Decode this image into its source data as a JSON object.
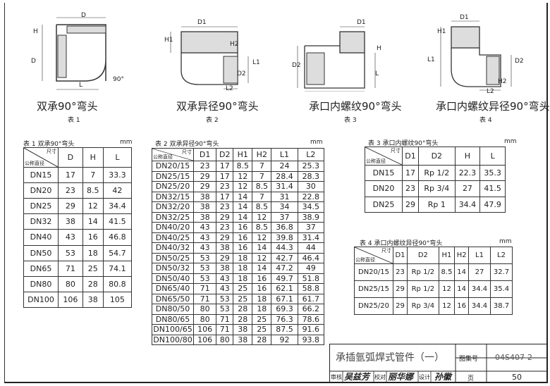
{
  "figures": [
    {
      "caption": "双承90°弯头",
      "label": "表 1"
    },
    {
      "caption": "双承异径90°弯头",
      "label": "表 2"
    },
    {
      "caption": "承口内螺纹90°弯头",
      "label": "表 3"
    },
    {
      "caption": "承口内螺纹异径90°弯头",
      "label": "表 4"
    }
  ],
  "dim_labels": {
    "D": "D",
    "H": "H",
    "L": "L",
    "D1": "D1",
    "D2": "D2",
    "H1": "H1",
    "H2": "H2",
    "L1": "L1",
    "L2": "L2",
    "angle": "90°"
  },
  "unit": "mm",
  "header_size": "尺寸",
  "header_nominal": "公称直径",
  "table1": {
    "title": "表 1  双承90°弯头",
    "columns": [
      "D",
      "H",
      "L"
    ],
    "rows": [
      [
        "DN15",
        "17",
        "7",
        "33.3"
      ],
      [
        "DN20",
        "23",
        "8.5",
        "42"
      ],
      [
        "DN25",
        "29",
        "12",
        "34.4"
      ],
      [
        "DN32",
        "38",
        "14",
        "41.5"
      ],
      [
        "DN40",
        "43",
        "16",
        "46.8"
      ],
      [
        "DN50",
        "53",
        "18",
        "54.7"
      ],
      [
        "DN65",
        "71",
        "25",
        "74.1"
      ],
      [
        "DN80",
        "80",
        "28",
        "80.8"
      ],
      [
        "DN100",
        "106",
        "38",
        "105"
      ]
    ]
  },
  "table2": {
    "title": "表 2  双承异径90°弯头",
    "columns": [
      "D1",
      "D2",
      "H1",
      "H2",
      "L1",
      "L2"
    ],
    "rows": [
      [
        "DN20/15",
        "23",
        "17",
        "8.5",
        "7",
        "24",
        "25.3"
      ],
      [
        "DN25/15",
        "29",
        "17",
        "12",
        "7",
        "28.4",
        "28.3"
      ],
      [
        "DN25/20",
        "29",
        "23",
        "12",
        "8.5",
        "31.4",
        "30"
      ],
      [
        "DN32/15",
        "38",
        "17",
        "14",
        "7",
        "31",
        "22.8"
      ],
      [
        "DN32/20",
        "38",
        "23",
        "14",
        "8.5",
        "34",
        "34.5"
      ],
      [
        "DN32/25",
        "38",
        "29",
        "14",
        "12",
        "37",
        "38.9"
      ],
      [
        "DN40/20",
        "43",
        "23",
        "16",
        "8.5",
        "36.8",
        "37"
      ],
      [
        "DN40/25",
        "43",
        "29",
        "16",
        "12",
        "39.8",
        "31.4"
      ],
      [
        "DN40/32",
        "43",
        "38",
        "16",
        "14",
        "44.3",
        "44"
      ],
      [
        "DN50/25",
        "53",
        "29",
        "18",
        "12",
        "42.7",
        "46.4"
      ],
      [
        "DN50/32",
        "53",
        "38",
        "18",
        "14",
        "47.2",
        "49"
      ],
      [
        "DN50/40",
        "53",
        "43",
        "18",
        "16",
        "49.7",
        "51.8"
      ],
      [
        "DN65/40",
        "71",
        "43",
        "25",
        "16",
        "62.1",
        "58.8"
      ],
      [
        "DN65/50",
        "71",
        "53",
        "25",
        "18",
        "67.1",
        "61.7"
      ],
      [
        "DN80/50",
        "80",
        "53",
        "28",
        "18",
        "69.3",
        "66.2"
      ],
      [
        "DN80/65",
        "80",
        "71",
        "28",
        "25",
        "76.3",
        "78.6"
      ],
      [
        "DN100/65",
        "106",
        "71",
        "38",
        "25",
        "87.5",
        "91.6"
      ],
      [
        "DN100/80",
        "106",
        "80",
        "38",
        "28",
        "92",
        "93.8"
      ]
    ]
  },
  "table3": {
    "title": "表 3  承口内螺纹90°弯头",
    "columns": [
      "D1",
      "D2",
      "H",
      "L"
    ],
    "rows": [
      [
        "DN15",
        "17",
        "Rp 1/2",
        "22.3",
        "35.3"
      ],
      [
        "DN20",
        "23",
        "Rp 3/4",
        "27",
        "41.5"
      ],
      [
        "DN25",
        "29",
        "Rp 1",
        "34.4",
        "47.9"
      ]
    ]
  },
  "table4": {
    "title": "表 4  承口内螺纹异径90°弯头",
    "columns": [
      "D1",
      "D2",
      "H1",
      "H2",
      "L1",
      "L2"
    ],
    "rows": [
      [
        "DN20/15",
        "23",
        "Rp 1/2",
        "8.5",
        "14",
        "27",
        "32.7"
      ],
      [
        "DN25/15",
        "29",
        "Rp 1/2",
        "12",
        "14",
        "34.4",
        "35.4"
      ],
      [
        "DN25/20",
        "29",
        "Rp 3/4",
        "12",
        "16",
        "34.4",
        "38.7"
      ]
    ]
  },
  "title_block": {
    "title": "承插氩弧焊式管件（一）",
    "atlas_label": "图集号",
    "atlas_no": "04S407-2",
    "page_label": "页",
    "page_no": "50",
    "review_label": "审核",
    "review_sig": "吴兹芳",
    "check_label": "校对",
    "check_sig": "丽华娜",
    "design_label": "设计",
    "design_sig": "孙徽"
  }
}
